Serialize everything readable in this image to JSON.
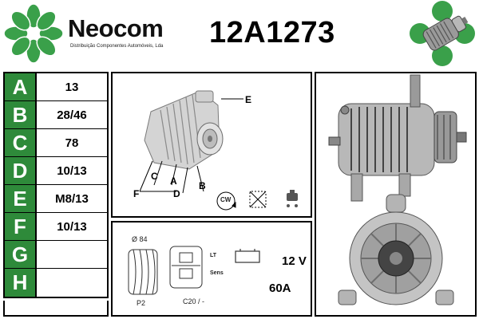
{
  "header": {
    "brand": "Neocom",
    "brand_subtitle": "Distribuição Componentes Automóveis, Lda",
    "part_number": "12A1273"
  },
  "dimensions": [
    {
      "letter": "A",
      "value": "13"
    },
    {
      "letter": "B",
      "value": "28/46"
    },
    {
      "letter": "C",
      "value": "78"
    },
    {
      "letter": "D",
      "value": "10/13"
    },
    {
      "letter": "E",
      "value": "M8/13"
    },
    {
      "letter": "F",
      "value": "10/13"
    },
    {
      "letter": "G",
      "value": ""
    },
    {
      "letter": "H",
      "value": ""
    }
  ],
  "diagram": {
    "labels": {
      "a": "A",
      "b": "B",
      "c": "C",
      "d": "D",
      "e": "E",
      "f": "F"
    },
    "rotation": "CW"
  },
  "specs": {
    "pulley_diameter": "Ø 84",
    "pulley_type": "P2",
    "connector_label_1": "LT",
    "connector_label_2": "Sens",
    "connector_code": "C20 / -",
    "voltage": "12 V",
    "amperage": "60A"
  },
  "colors": {
    "brand_green": "#2e8a3a",
    "logo_green": "#3aa04a"
  }
}
